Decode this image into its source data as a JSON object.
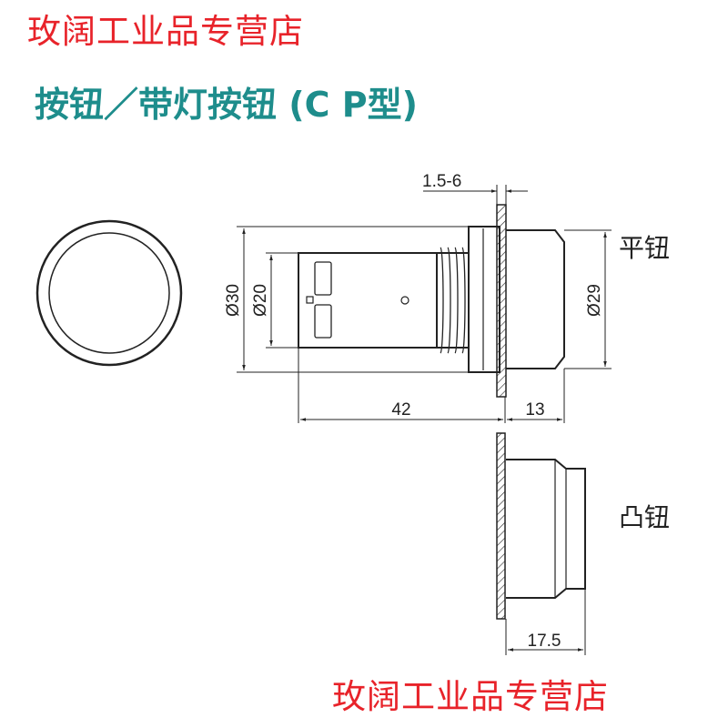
{
  "watermark": {
    "top": "玫阔工业品专营店",
    "bottom": "玫阔工业品专营店"
  },
  "title": "按钮／带灯按钮 (C P型)",
  "dimensions": {
    "panel_thickness": "1.5-6",
    "outer_diameter": "Ø30",
    "body_diameter": "Ø20",
    "cap_diameter": "Ø29",
    "body_length": "42",
    "flat_cap_length": "13",
    "raised_cap_length": "17.5"
  },
  "labels": {
    "flat": "平钮",
    "raised": "凸钮"
  },
  "colors": {
    "title": "#1e8d8c",
    "watermark": "#e8232a",
    "lines": "#222222"
  }
}
